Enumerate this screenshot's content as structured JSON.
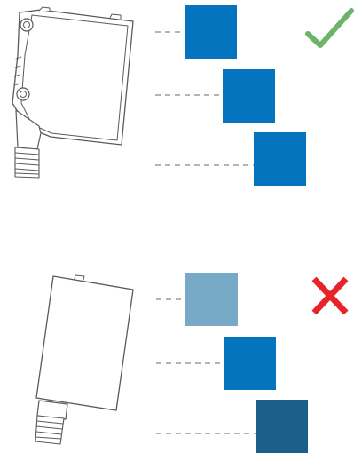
{
  "palette": {
    "outline": "#5a5a5a",
    "dash": "#6a6a6a",
    "check": "#6ab56a",
    "cross": "#e8242b"
  },
  "panels": [
    {
      "name": "top-panel",
      "sensor": "angled-sensor-with-lens",
      "verdict": "check",
      "targets": [
        {
          "name": "target-1",
          "color": "#0474bf"
        },
        {
          "name": "target-2",
          "color": "#0474bf"
        },
        {
          "name": "target-3",
          "color": "#0474bf"
        }
      ]
    },
    {
      "name": "bottom-panel",
      "sensor": "compact-sensor",
      "verdict": "cross",
      "targets": [
        {
          "name": "target-1",
          "color": "#78aac8"
        },
        {
          "name": "target-2",
          "color": "#0474bf"
        },
        {
          "name": "target-3",
          "color": "#1c5f8a"
        }
      ]
    }
  ]
}
